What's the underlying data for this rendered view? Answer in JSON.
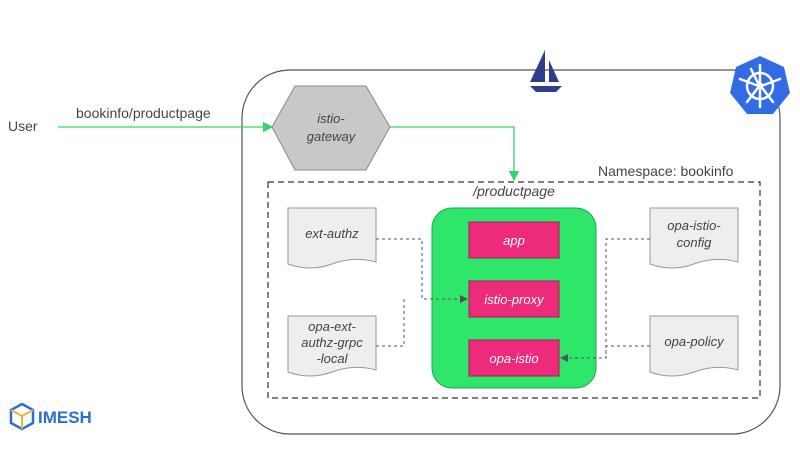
{
  "user_label": "User",
  "request_path": "bookinfo/productpage",
  "gateway_lines": [
    "istio-",
    "gateway"
  ],
  "namespace_label": "Namespace: bookinfo",
  "pod_path": "/productpage",
  "containers": {
    "app": "app",
    "proxy": "istio-proxy",
    "opa": "opa-istio"
  },
  "docs": {
    "ext_authz": [
      "ext-authz"
    ],
    "opa_ext_authz": [
      "opa-ext-",
      "authz-grpc",
      "-local"
    ],
    "opa_istio_config": [
      "opa-istio-",
      "config"
    ],
    "opa_policy": [
      "opa-policy"
    ]
  },
  "logo_text": "IMESH",
  "colors": {
    "request_line": "#34d46a",
    "pod_fill": "#2ee66a",
    "container_fill": "#ee2a7b",
    "gateway_fill": "#c8c8c8",
    "doc_fill": "#eeeeee",
    "k8s_blue": "#326ce5",
    "istio_navy": "#2f3e8c",
    "imesh_blue": "#2a6fd6"
  },
  "icons": [
    "istio-sail-icon",
    "kubernetes-helm-icon",
    "imesh-cube-icon"
  ]
}
